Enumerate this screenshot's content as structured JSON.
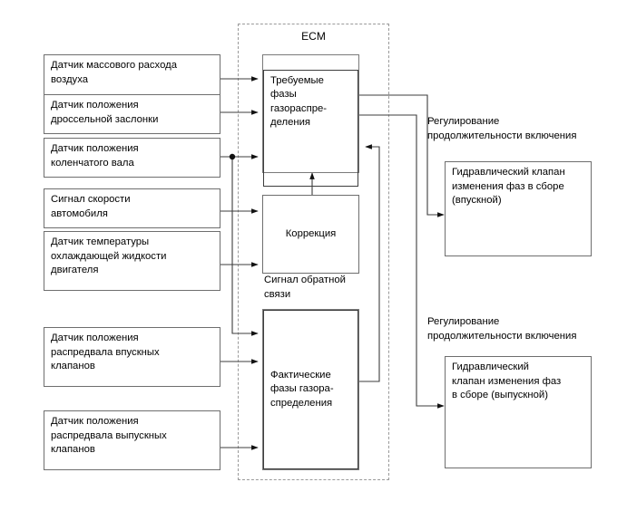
{
  "diagram": {
    "title": "ECM valve timing control block diagram",
    "ecm": {
      "label": "ECM"
    },
    "inputs": [
      {
        "id": "maf-sensor",
        "text": "Датчик массового расхода\nвоздуха"
      },
      {
        "id": "throttle-position",
        "text": "Датчик положения\nдроссельной заслонки"
      },
      {
        "id": "crankshaft-position",
        "text": "Датчик положения\nколенчатого вала"
      },
      {
        "id": "vehicle-speed",
        "text": "Сигнал скорости\nавтомобиля"
      },
      {
        "id": "coolant-temperature",
        "text": "Датчик температуры\nохлаждающей жидкости\nдвигателя"
      },
      {
        "id": "intake-camshaft",
        "text": "Датчик положения\nраспредвала впускных\nклапанов"
      },
      {
        "id": "exhaust-camshaft",
        "text": "Датчик положения\nраспредвала выпускных\nклапанов"
      }
    ],
    "ecm_blocks": [
      {
        "id": "target-valve-timing",
        "text": "Требуемые\nфазы\nгазораспре-\nделения"
      },
      {
        "id": "correction",
        "text": "Коррекция"
      },
      {
        "id": "actual-valve-timing",
        "text": "Фактические\nфазы газора-\nспределения"
      }
    ],
    "outputs": [
      {
        "id": "intake-oil-control-valve",
        "text": "Гидравлический клапан\nизменения фаз в сборе\n(впускной)"
      },
      {
        "id": "exhaust-oil-control-valve",
        "text": "Гидравлический\nклапан изменения фаз\nв сборе (выпускной)"
      }
    ],
    "annotations": [
      {
        "id": "feedback-signal",
        "text": "Сигнал обратной\nсвязи"
      },
      {
        "id": "duty-control-intake",
        "text": "Регулирование\nпродолжительности включения"
      },
      {
        "id": "duty-control-exhaust",
        "text": "Регулирование\nпродолжительности включения"
      }
    ],
    "colors": {
      "line": "#3d3d3d",
      "box_border": "#6e6e6e",
      "ecm_dash": "#9a9a9a",
      "text": "#000000",
      "background": "#ffffff"
    }
  }
}
